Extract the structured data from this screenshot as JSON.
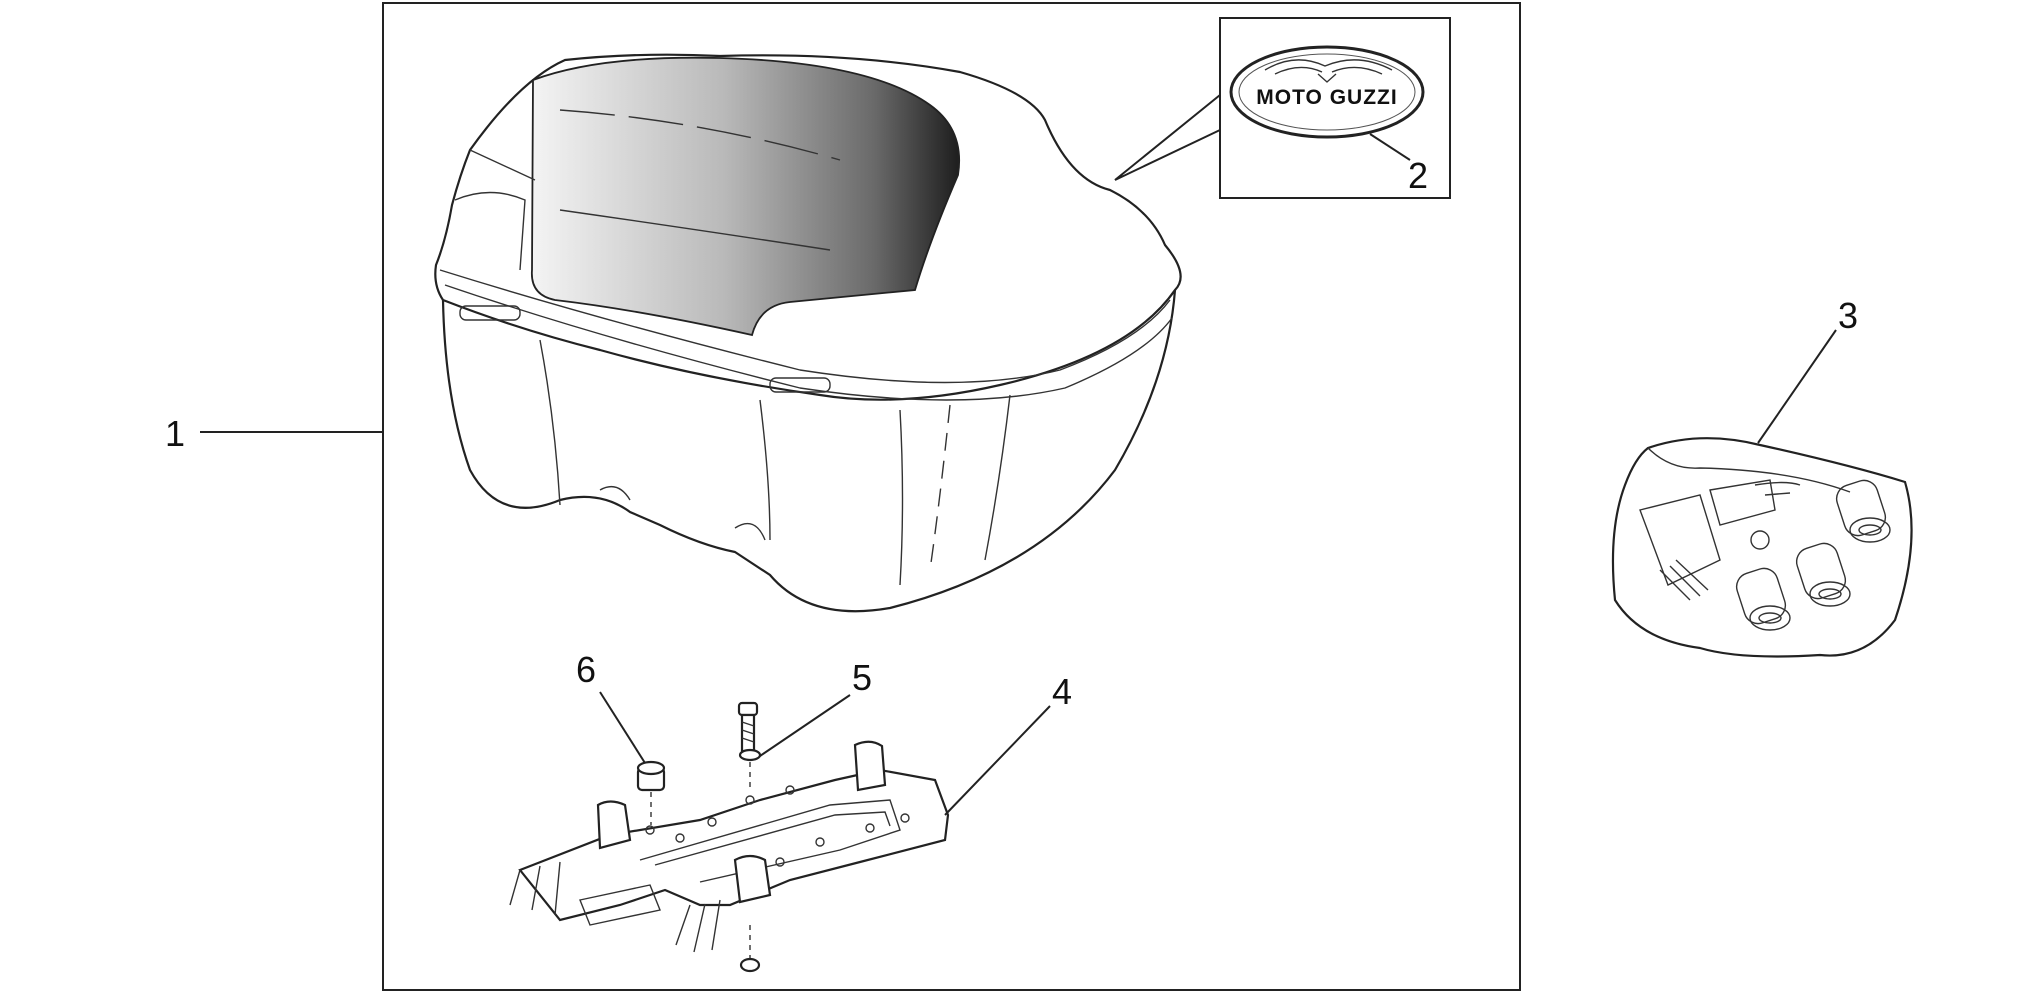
{
  "diagram": {
    "callouts": {
      "c1": "1",
      "c2": "2",
      "c3": "3",
      "c4": "4",
      "c5": "5",
      "c6": "6"
    },
    "logo_text": "MOTO GUZZI"
  }
}
